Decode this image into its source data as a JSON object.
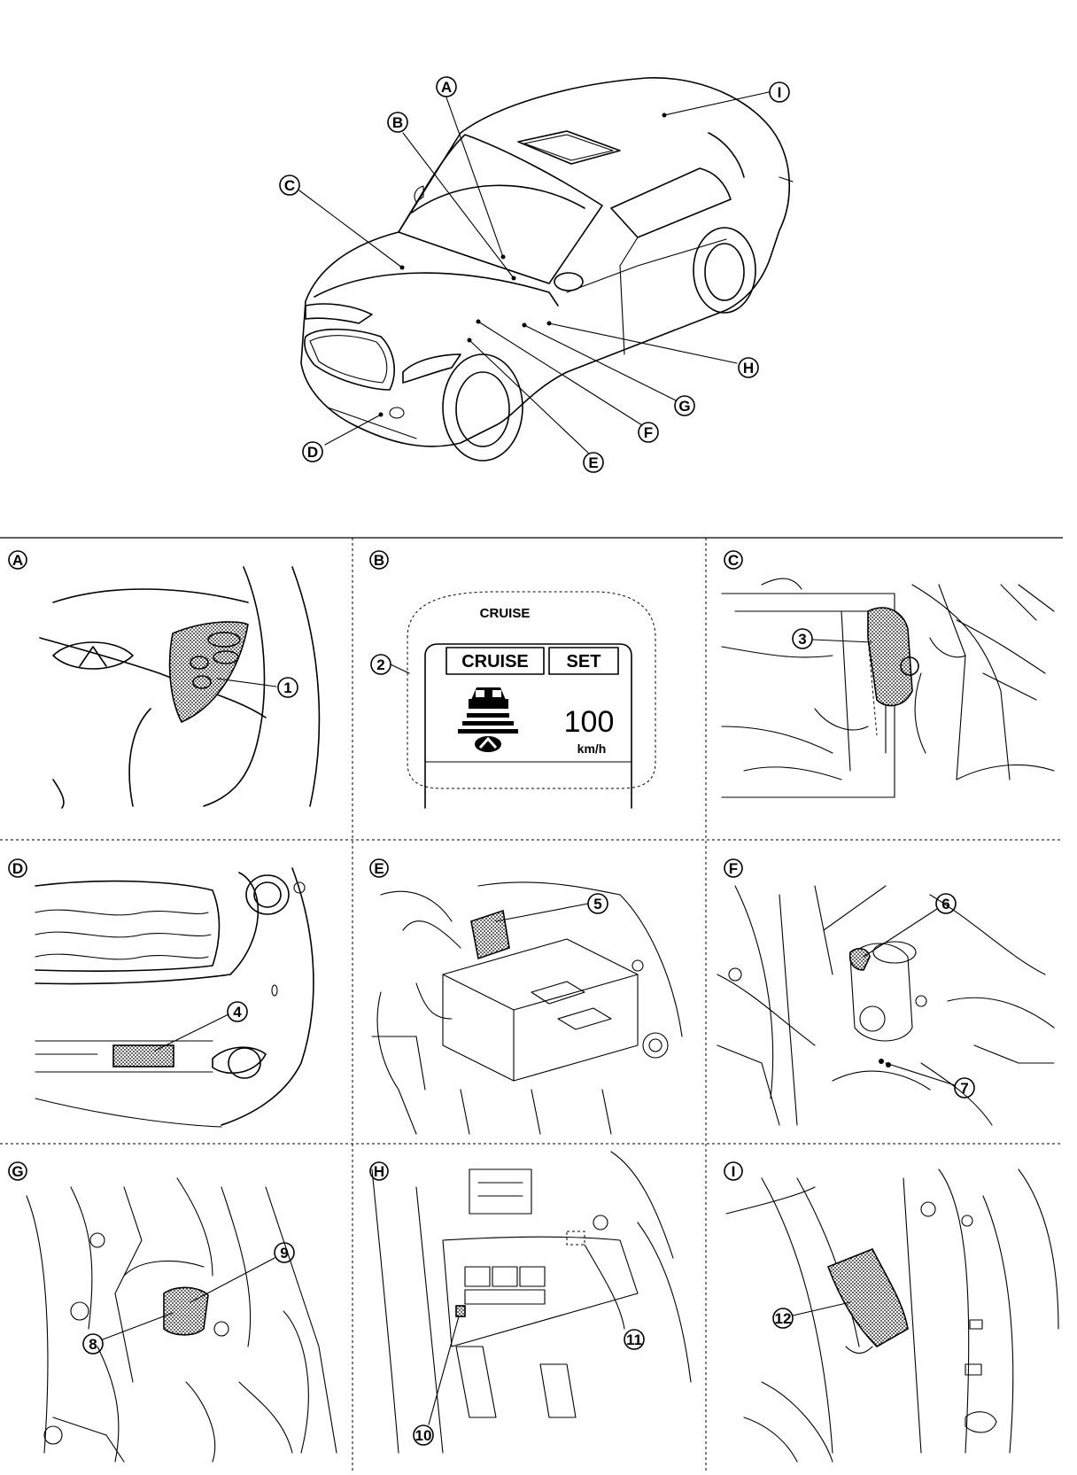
{
  "overview": {
    "callouts": [
      "A",
      "B",
      "C",
      "D",
      "E",
      "F",
      "G",
      "H",
      "I"
    ]
  },
  "panels": [
    {
      "letter": "A",
      "parts": [
        "1"
      ]
    },
    {
      "letter": "B",
      "parts": [
        "2"
      ],
      "display": {
        "caption": "CRUISE",
        "mode_label": "CRUISE",
        "status_label": "SET",
        "speed": "100",
        "unit": "km/h"
      }
    },
    {
      "letter": "C",
      "parts": [
        "3"
      ]
    },
    {
      "letter": "D",
      "parts": [
        "4"
      ]
    },
    {
      "letter": "E",
      "parts": [
        "5"
      ]
    },
    {
      "letter": "F",
      "parts": [
        "6",
        "7"
      ]
    },
    {
      "letter": "G",
      "parts": [
        "8",
        "9"
      ]
    },
    {
      "letter": "H",
      "parts": [
        "10",
        "11"
      ]
    },
    {
      "letter": "I",
      "parts": [
        "12"
      ]
    }
  ]
}
